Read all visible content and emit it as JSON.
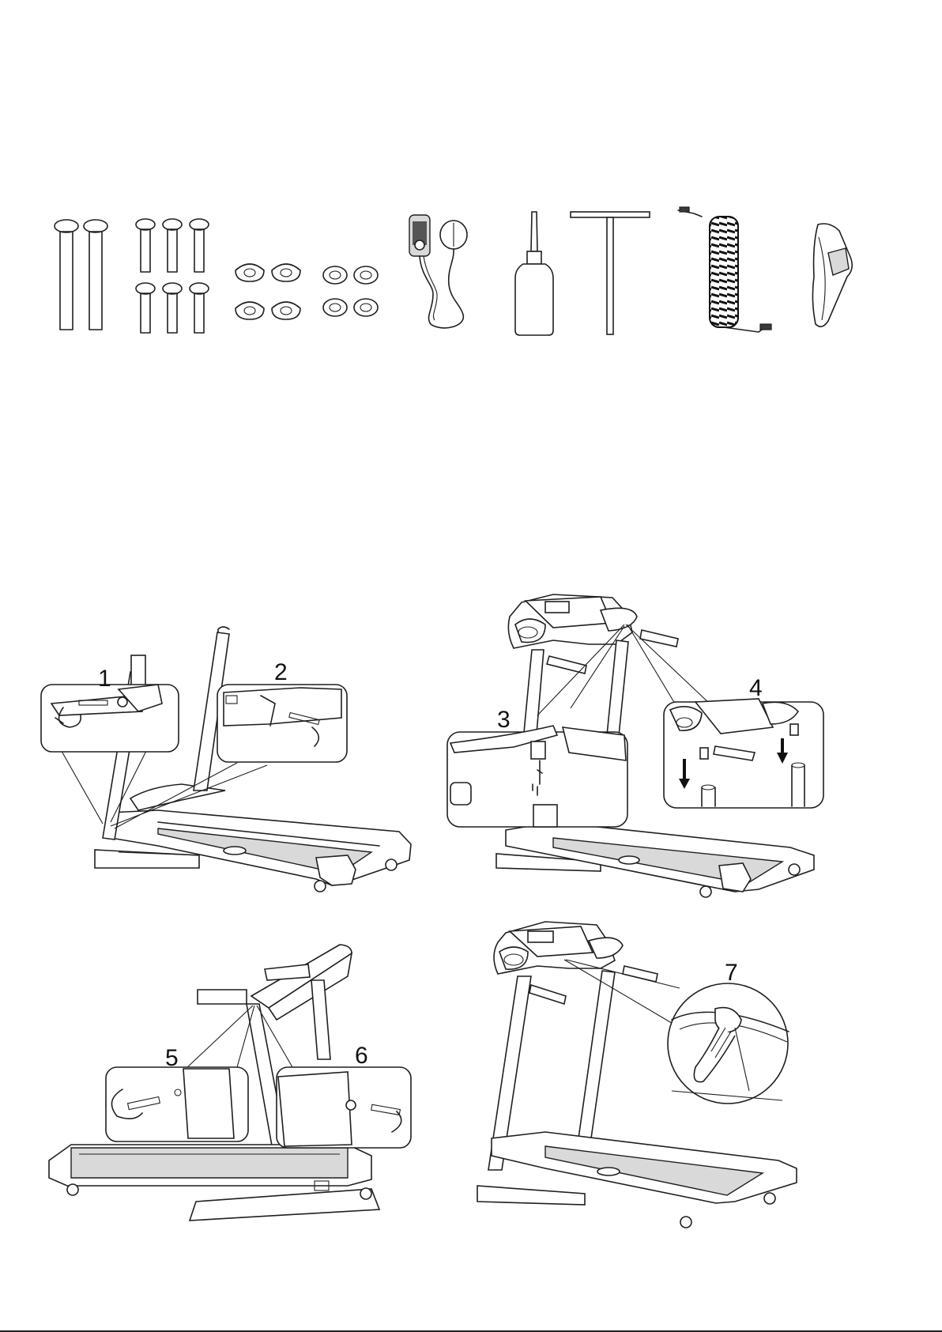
{
  "steps": {
    "s1": "1",
    "s2": "2",
    "s3": "3",
    "s4": "4",
    "s5": "5",
    "s6": "6",
    "s7": "7"
  },
  "parts_icons": [
    "long-bolt-icon",
    "short-bolt-icon",
    "curved-washer-icon",
    "flat-washer-icon",
    "safety-key-icon",
    "oil-bottle-icon",
    "t-wrench-icon",
    "coiled-cable-icon",
    "cover-icon"
  ]
}
